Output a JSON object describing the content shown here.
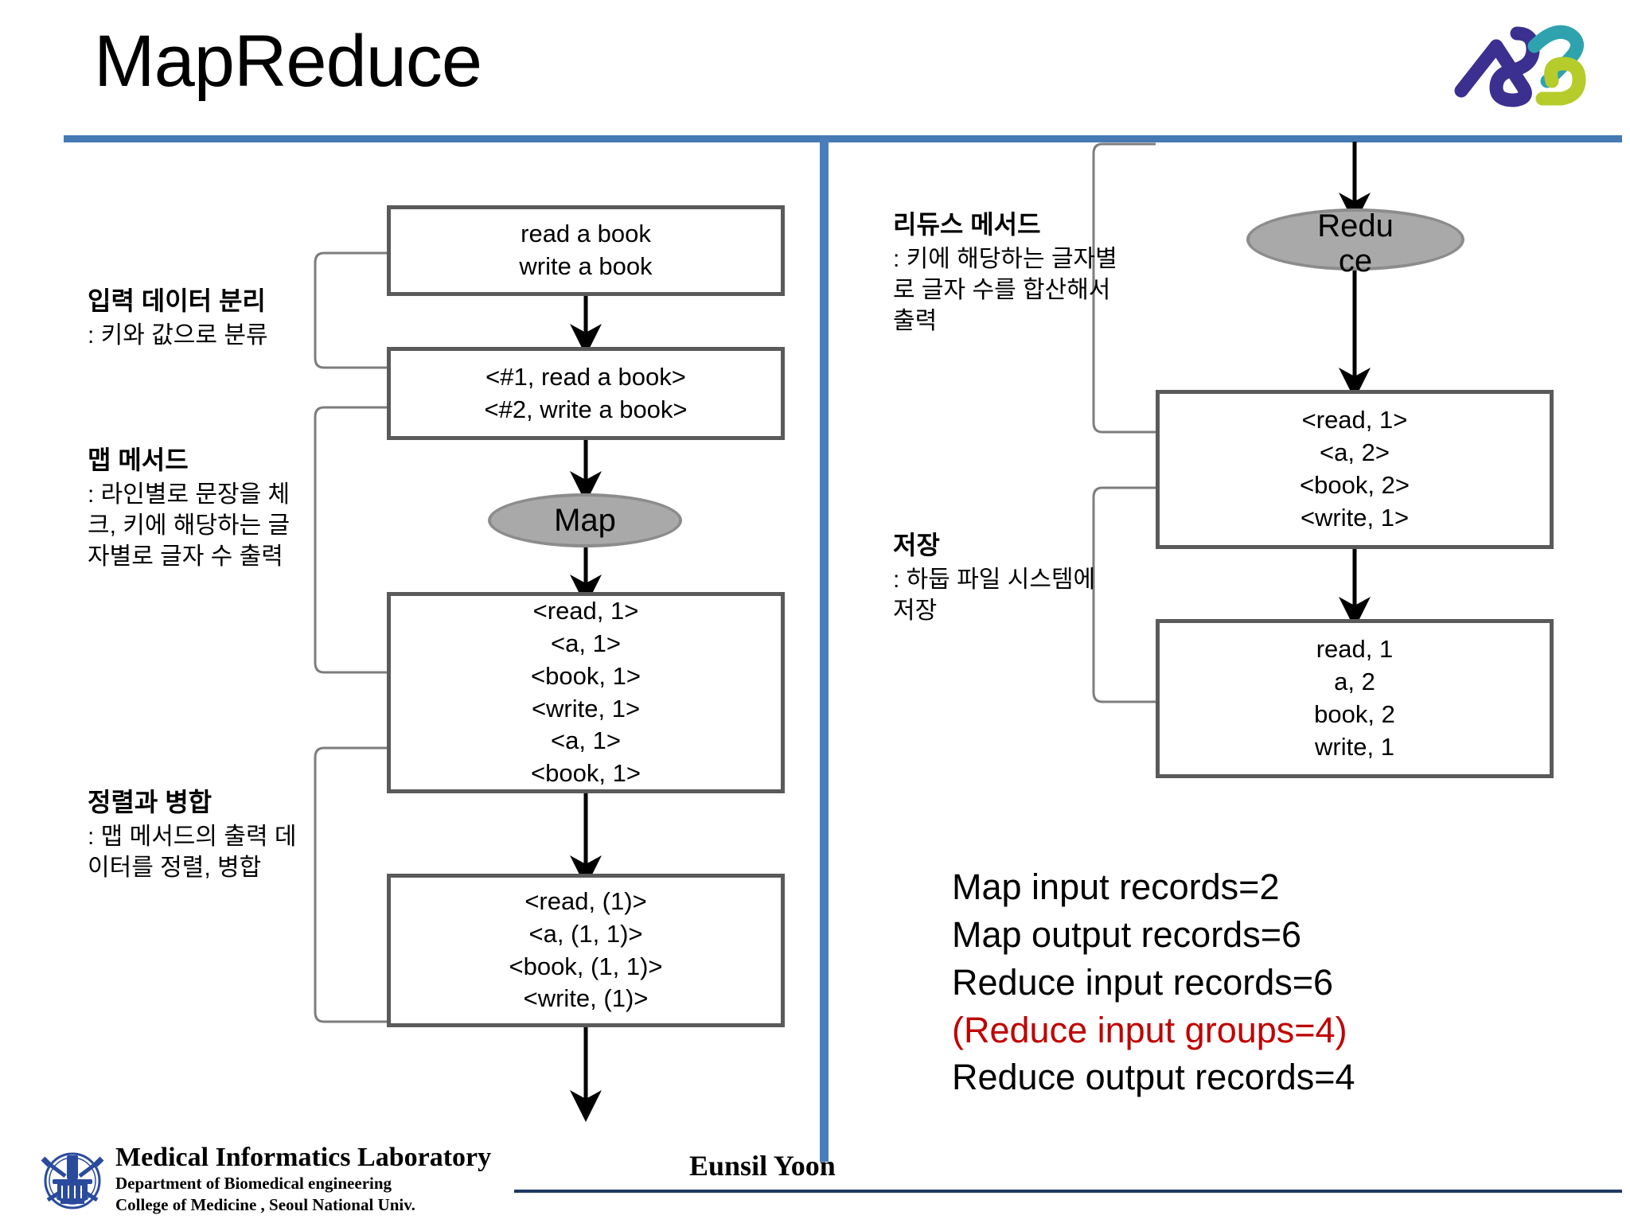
{
  "slide": {
    "title": "MapReduce",
    "accent_color": "#4a7ebb",
    "box_border_color": "#5a5a5a",
    "ellipse_fill_color": "#a9a9a9",
    "highlight_color": "#c00000"
  },
  "logo": {
    "name": "mil-logo",
    "colors": [
      "#3b2f8f",
      "#2ea3ae",
      "#b5cc2a"
    ]
  },
  "left_flow": {
    "annotations": [
      {
        "title": "입력 데이터 분리",
        "body": ": 키와 값으로 분류"
      },
      {
        "title": "맵 메서드",
        "body": ": 라인별로 문장을 체크, 키에 해당하는 글자별로 글자 수 출력"
      },
      {
        "title": "정렬과 병합",
        "body": ": 맵 메서드의 출력 데이터를 정렬, 병합"
      }
    ],
    "nodes": [
      {
        "type": "box",
        "name": "input-text-box",
        "lines": [
          "read a book",
          "write a book"
        ]
      },
      {
        "type": "box",
        "name": "key-value-box",
        "lines": [
          "<#1, read a book>",
          "<#2, write a book>"
        ]
      },
      {
        "type": "ellipse",
        "name": "map-node",
        "label": "Map"
      },
      {
        "type": "box",
        "name": "map-output-box",
        "lines": [
          "<read, 1>",
          "<a, 1>",
          "<book, 1>",
          "<write, 1>",
          "<a, 1>",
          "<book, 1>"
        ]
      },
      {
        "type": "box",
        "name": "sort-merge-box",
        "lines": [
          "<read, (1)>",
          "<a, (1, 1)>",
          "<book, (1, 1)>",
          "<write, (1)>"
        ]
      }
    ]
  },
  "right_flow": {
    "annotations": [
      {
        "title": "리듀스 메서드",
        "body": ": 키에 해당하는 글자별로 글자 수를 합산해서 출력"
      },
      {
        "title": "저장",
        "body": ": 하둡 파일 시스템에 저장"
      }
    ],
    "nodes": [
      {
        "type": "ellipse",
        "name": "reduce-node",
        "label": "Reduce"
      },
      {
        "type": "box",
        "name": "reduce-output-box",
        "lines": [
          "<read, 1>",
          "<a, 2>",
          "<book, 2>",
          "<write, 1>"
        ]
      },
      {
        "type": "box",
        "name": "stored-output-box",
        "lines": [
          "read, 1",
          "a, 2",
          "book, 2",
          "write, 1"
        ]
      }
    ]
  },
  "stats": [
    {
      "text": "Map input records=2",
      "highlight": false
    },
    {
      "text": "Map output records=6",
      "highlight": false
    },
    {
      "text": "Reduce input records=6",
      "highlight": false
    },
    {
      "text": "(Reduce input groups=4)",
      "highlight": true
    },
    {
      "text": "Reduce output records=4",
      "highlight": false
    }
  ],
  "footer": {
    "lab_name": "Medical  Informatics Laboratory",
    "dept_line1": "Department of Biomedical engineering",
    "dept_line2": "College of Medicine , Seoul  National  Univ.",
    "author": "Eunsil Yoon",
    "emblem_color": "#2a4b9b",
    "rule_color": "#1f3864"
  }
}
